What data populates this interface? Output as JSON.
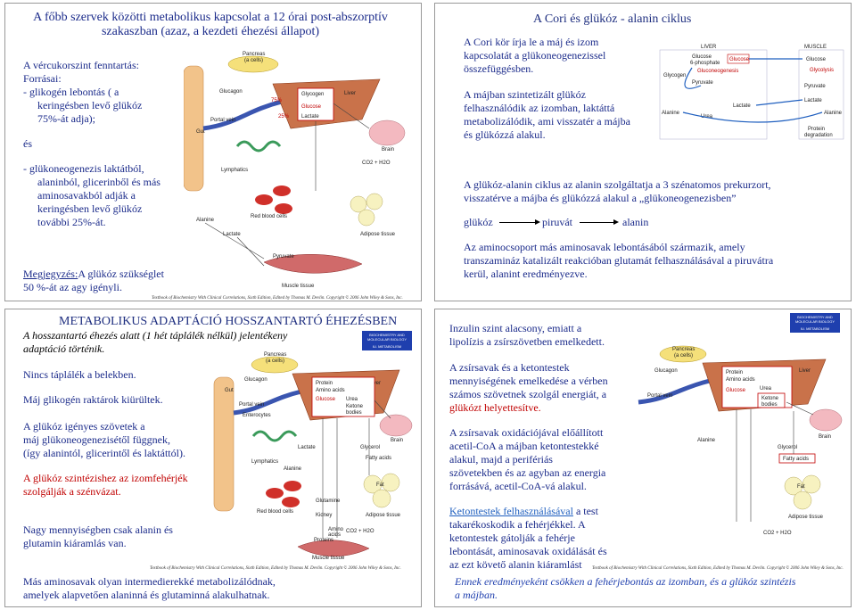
{
  "slide1": {
    "title": "A főbb szervek közötti metabolikus kapcsolat a 12 órai post-abszorptív szakaszban (azaz, a kezdeti éhezési állapot)",
    "lines": [
      "A vércukorszint fenntartás:",
      "Forrásai:",
      "- glikogén lebontás ( a",
      "keringésben levő glükóz",
      "75%-át adja);",
      "és",
      "- glükoneogenezis laktátból,",
      "alaninból, glicerinből és más",
      "aminosavakból adják a",
      "keringésben levő glükóz",
      "további 25%-át."
    ],
    "note_label": "Megjegyzés:",
    "note_text_1": "A glükóz szükséglet",
    "note_text_2": "50 %-át az agy igényli.",
    "diagram": {
      "pancreas": "Pancreas",
      "pancreas_sub": "(a cells)",
      "glucagon": "Glucagon",
      "portal_vein": "Portal vein",
      "gut": "Gut",
      "glycogen": "Glycogen",
      "glucose": "Glucose",
      "lactate": "Lactate",
      "liver": "Liver",
      "brain": "Brain",
      "pct75": "75%",
      "pct25": "25%",
      "co2": "CO2 + H2O",
      "lymphatics": "Lymphatics",
      "red_blood_cells": "Red blood cells",
      "alanine": "Alanine",
      "lactate2": "Lactate",
      "adipose": "Adipose tissue",
      "pyruvate": "Pyruvate",
      "muscle": "Muscle tissue",
      "credit": "Textbook of Biochemistry With Clinical Correlations, Sixth Edition, Edited by Thomas M. Devlin. Copyright © 2006 John Wiley & Sons, Inc."
    }
  },
  "slide2": {
    "title": "A Cori és glükóz - alanin ciklus",
    "p1": [
      "A Cori kör írja le a máj és izom",
      "kapcsolatát a glükoneogenezissel",
      "összefüggésben."
    ],
    "p2": [
      "A májban szintetizált glükóz",
      "felhasználódik az izomban, laktáttá",
      "metabolizálódik, ami visszatér a májba",
      "és glükózzá alakul."
    ],
    "p3": [
      "A glükóz-alanin ciklus az alanin szolgáltatja a 3 szénatomos prekurzort,",
      "visszatérve a májba és glükózzá alakul a „glükoneogenezisben”"
    ],
    "chain": [
      "glükóz",
      "piruvát",
      "alanin"
    ],
    "p4": [
      "Az aminocsoport más aminosavak lebontásából származik, amely",
      "transzamináz katalizált reakcióban glutamát felhasználásával a piruvátra",
      "kerül, alanint eredményezve."
    ],
    "diagram": {
      "liver": "LIVER",
      "muscle": "MUSCLE",
      "glucose6p_1": "Glucose",
      "glucose6p_2": "6-phosphate",
      "glucose": "Glucose",
      "glucose_m": "Glucose",
      "glycogen": "Glycogen",
      "gluconeogenesis": "Gluconeogenesis",
      "glycolysis": "Glycolysis",
      "pyruvate": "Pyruvate",
      "pyruvate_m": "Pyruvate",
      "lactate": "Lactate",
      "lactate_m": "Lactate",
      "alanine": "Alanine",
      "alanine_m": "Alanine",
      "urea": "Urea",
      "protein_deg_1": "Protein",
      "protein_deg_2": "degradation"
    }
  },
  "slide3": {
    "title": "METABOLIKUS ADAPTÁCIÓ HOSSZANTARTÓ ÉHEZÉSBEN",
    "subtitle_1": "A hosszantartó éhezés alatt (1 hét táplálék nélkül) jelentékeny",
    "subtitle_2": "adaptáció történik.",
    "items": [
      "Nincs táplálék a belekben.",
      "Máj glikogén raktárok kiürültek."
    ],
    "glucose_lines": [
      "A glükóz igényes szövetek a",
      "máj glükoneogenezisétől függnek,",
      "(így alanintól, glicerintől és laktáttól)."
    ],
    "red_lines": [
      "A glükóz szintézishez az izomfehérjék",
      "szolgálják a szénvázat."
    ],
    "flow_lines": [
      "Nagy mennyiségben csak alanin és",
      "glutamin kiáramlás van."
    ],
    "bottom_lines": [
      "Más aminosavak olyan intermedierekké metabolizálódnak,",
      "amelyek alapvetően alaninná és glutaminná alakulhatnak."
    ],
    "badge": [
      "BIOCHEMISTRY AND",
      "MOLECULAR BIOLOGY",
      "",
      "IU. METABOLISM"
    ],
    "credit": "Textbook of Biochemistry With Clinical Correlations, Sixth Edition, Edited by Thomas M. Devlin. Copyright © 2006 John Wiley & Sons, Inc.",
    "diagram": {
      "pancreas": "Pancreas",
      "pancreas_sub": "(a cells)",
      "glucagon": "Glucagon",
      "portal_vein": "Portal vein",
      "gut": "Gut",
      "enterocytes": "Enterocytes",
      "lymphatics": "Lymphatics",
      "protein": "Protein",
      "amino_acids": "Amino acids",
      "glucose": "Glucose",
      "urea": "Urea",
      "ketone_1": "Ketone",
      "ketone_2": "bodies",
      "liver": "Liver",
      "brain": "Brain",
      "alanine": "Alanine",
      "lactate": "Lactate",
      "glycerol": "Glycerol",
      "fatty_acids": "Fatty acids",
      "red_blood_cells": "Red blood cells",
      "glutamine": "Glutamine",
      "kidney": "Kidney",
      "adipose": "Adipose tissue",
      "fat": "Fat",
      "amino": "Amino",
      "acids": "acids",
      "co2": "CO2 + H2O",
      "protein2": "Proteins",
      "muscle": "Muscle tissue"
    }
  },
  "slide4": {
    "p1": [
      "Inzulin szint alacsony, emiatt a",
      "lipolízis a zsírszövetben emelkedett."
    ],
    "p2": [
      "A zsírsavak és a ketontestek",
      "mennyiségének emelkedése a vérben",
      "számos szövetnek szolgál energiát, a"
    ],
    "p2_red": "glükózt helyettesítve.",
    "p3": [
      "A zsírsavak oxidációjával előállított",
      "acetil-CoA a májban ketontestekké",
      "alakul, majd a perifériás",
      "szövetekben és az agyban az energia",
      "forrásává, acetil-CoA-vá alakul."
    ],
    "p4_blue": "Ketontestek felhasználásával",
    "p4_rest": " a test",
    "p4": [
      "takarékoskodik a fehérjékkel. A",
      "ketontestek gátolják a fehérje",
      "lebontását, aminosavak oxidálását és",
      "az ezt követő alanin kiáramlást"
    ],
    "conclusion_1": "Ennek eredményeként csökken a fehérjebontás az izomban, és a glükóz szintézis",
    "conclusion_2": "a májban.",
    "badge": [
      "BIOCHEMISTRY AND",
      "MOLECULAR BIOLOGY",
      "",
      "IU. METABOLISM"
    ],
    "credit": "Textbook of Biochemistry With Clinical Correlations, Sixth Edition, Edited by Thomas M. Devlin. Copyright © 2006 John Wiley & Sons, Inc.",
    "diagram": {
      "pancreas": "Pancreas",
      "pancreas_sub": "(a cells)",
      "glucagon": "Glucagon",
      "portal_vein": "Portal vein",
      "protein": "Protein",
      "amino_acids": "Amino acids",
      "glucose": "Glucose",
      "urea": "Urea",
      "ketone_1": "Ketone",
      "ketone_2": "bodies",
      "liver": "Liver",
      "alanine": "Alanine",
      "glycerol": "Glycerol",
      "fatty_acids": "Fatty acids",
      "fat": "Fat",
      "adipose": "Adipose tissue",
      "brain": "Brain",
      "co2": "CO2 + H2O"
    }
  },
  "colors": {
    "blue_text": "#1a2a8a",
    "red_text": "#c00000",
    "badge": "#1f3fae"
  }
}
